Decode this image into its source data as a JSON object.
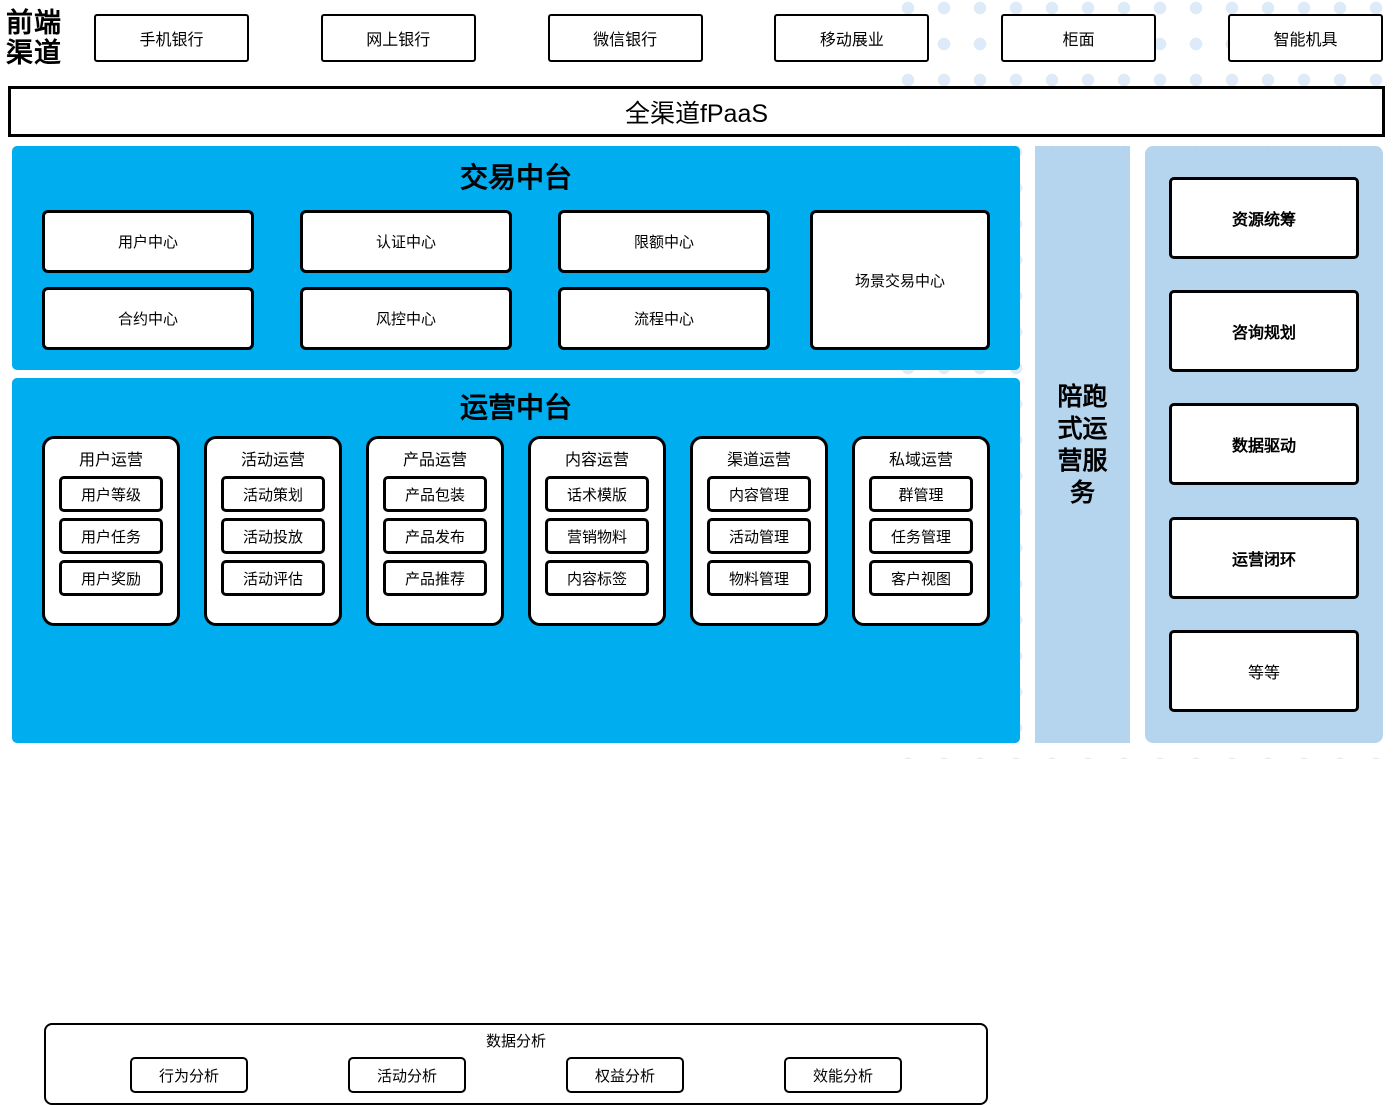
{
  "colors": {
    "platform_cyan": "#00aef0",
    "service_light_blue": "#b5d5ef",
    "dot_pattern": "#dcebf7",
    "box_border": "#000000",
    "box_fill": "#ffffff"
  },
  "channel": {
    "label": "前端渠道",
    "items": [
      {
        "label": "手机银行"
      },
      {
        "label": "网上银行"
      },
      {
        "label": "微信银行"
      },
      {
        "label": "移动展业"
      },
      {
        "label": "柜面"
      },
      {
        "label": "智能机具"
      }
    ]
  },
  "fpaas": {
    "label": "全渠道fPaaS"
  },
  "transaction_platform": {
    "title": "交易中台",
    "centers": [
      {
        "label": "用户中心"
      },
      {
        "label": "认证中心"
      },
      {
        "label": "限额中心"
      },
      {
        "label": "合约中心"
      },
      {
        "label": "风控中心"
      },
      {
        "label": "流程中心"
      }
    ],
    "scene_center": {
      "label": "场景交易中心"
    }
  },
  "operation_platform": {
    "title": "运营中台",
    "columns": [
      {
        "title": "用户运营",
        "items": [
          "用户等级",
          "用户任务",
          "用户奖励"
        ]
      },
      {
        "title": "活动运营",
        "items": [
          "活动策划",
          "活动投放",
          "活动评估"
        ]
      },
      {
        "title": "产品运营",
        "items": [
          "产品包装",
          "产品发布",
          "产品推荐"
        ]
      },
      {
        "title": "内容运营",
        "items": [
          "话术模版",
          "营销物料",
          "内容标签"
        ]
      },
      {
        "title": "渠道运营",
        "items": [
          "内容管理",
          "活动管理",
          "物料管理"
        ]
      },
      {
        "title": "私域运营",
        "items": [
          "群管理",
          "任务管理",
          "客户视图"
        ]
      }
    ],
    "data_analysis": {
      "title": "数据分析",
      "items": [
        "行为分析",
        "活动分析",
        "权益分析",
        "效能分析"
      ]
    }
  },
  "service_strip": {
    "label": "陪跑式运营服务"
  },
  "capabilities": {
    "cards": [
      {
        "label": "资源统筹",
        "bold": true
      },
      {
        "label": "咨询规划",
        "bold": true
      },
      {
        "label": "数据驱动",
        "bold": true
      },
      {
        "label": "运营闭环",
        "bold": true
      },
      {
        "label": "等等",
        "bold": false
      }
    ]
  }
}
